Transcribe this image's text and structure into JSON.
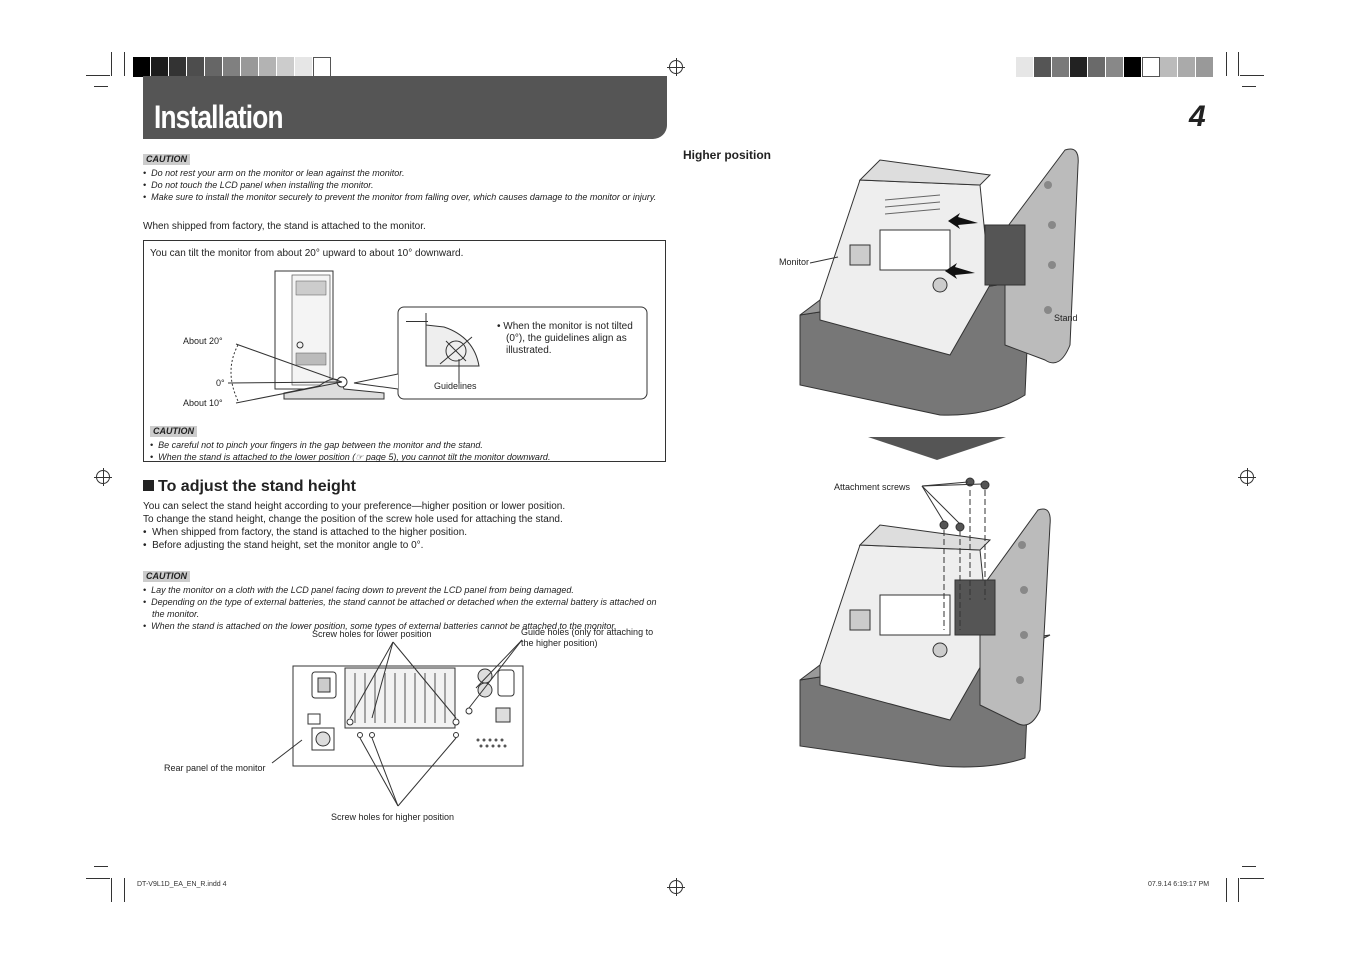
{
  "header": {
    "title": "Installation",
    "page_number": "4"
  },
  "top_caution": {
    "tag": "CAUTION",
    "items": [
      "Do not rest your arm on the monitor or lean against the monitor.",
      "Do not touch the LCD panel when installing the monitor.",
      "Make sure to install the monitor securely to prevent the monitor from falling over, which causes damage to the monitor or injury."
    ]
  },
  "shipped_text": "When shipped from factory, the stand is attached to the monitor.",
  "tilt_box": {
    "intro": "You can tilt the monitor from about 20° upward to about 10° downward.",
    "label_about20": "About 20°",
    "label_zero": "0°",
    "label_about10": "About 10°",
    "callout_note": "When the monitor is not tilted (0°), the guidelines align as illustrated.",
    "callout_label": "Guidelines",
    "caution_tag": "CAUTION",
    "caution_items": [
      "Be careful not to pinch your fingers in the gap between the monitor and the stand.",
      "When the stand is attached to the lower position (☞ page 5), you cannot tilt the monitor downward."
    ]
  },
  "adjust": {
    "heading": "To adjust the stand height",
    "para1": "You can select the stand height according to your preference—higher position or lower position.",
    "para2": "To change the stand height, change the position of the screw hole used for attaching the stand.",
    "bullets": [
      "When shipped from factory, the stand is attached to the higher position.",
      "Before adjusting the stand height, set the monitor angle to 0°."
    ],
    "caution_tag": "CAUTION",
    "caution_items": [
      "Lay the monitor on a cloth with the LCD panel facing down to prevent the LCD panel from being damaged.",
      "Depending on the type of external batteries, the stand cannot be attached or detached when the external battery is attached on the monitor.",
      "When the stand is attached on the lower position, some types of external batteries cannot be attached to the monitor."
    ],
    "labels": {
      "lower_holes": "Screw holes for lower position",
      "guide_holes": "Guide holes (only for attaching to the higher position)",
      "rear_panel": "Rear panel of the monitor",
      "higher_holes": "Screw holes for higher position"
    }
  },
  "right": {
    "heading": "Higher position",
    "monitor": "Monitor",
    "stand": "Stand",
    "attachment_screws": "Attachment screws"
  },
  "footer": {
    "left": "DT-V9L1D_EA_EN_R.indd   4",
    "right": "07.9.14   6:19:17 PM"
  },
  "swatch_colors_left": [
    "#000000",
    "#1c1c1c",
    "#333333",
    "#4d4d4d",
    "#666666",
    "#808080",
    "#999999",
    "#b3b3b3",
    "#cccccc",
    "#e6e6e6",
    "#ffffff"
  ],
  "swatch_colors_right": [
    "#e6e6e6",
    "#555555",
    "#7a7a7a",
    "#222222",
    "#6a6a6a",
    "#888888",
    "#000000",
    "#ffffff",
    "#bbbbbb",
    "#aaaaaa",
    "#999999"
  ]
}
